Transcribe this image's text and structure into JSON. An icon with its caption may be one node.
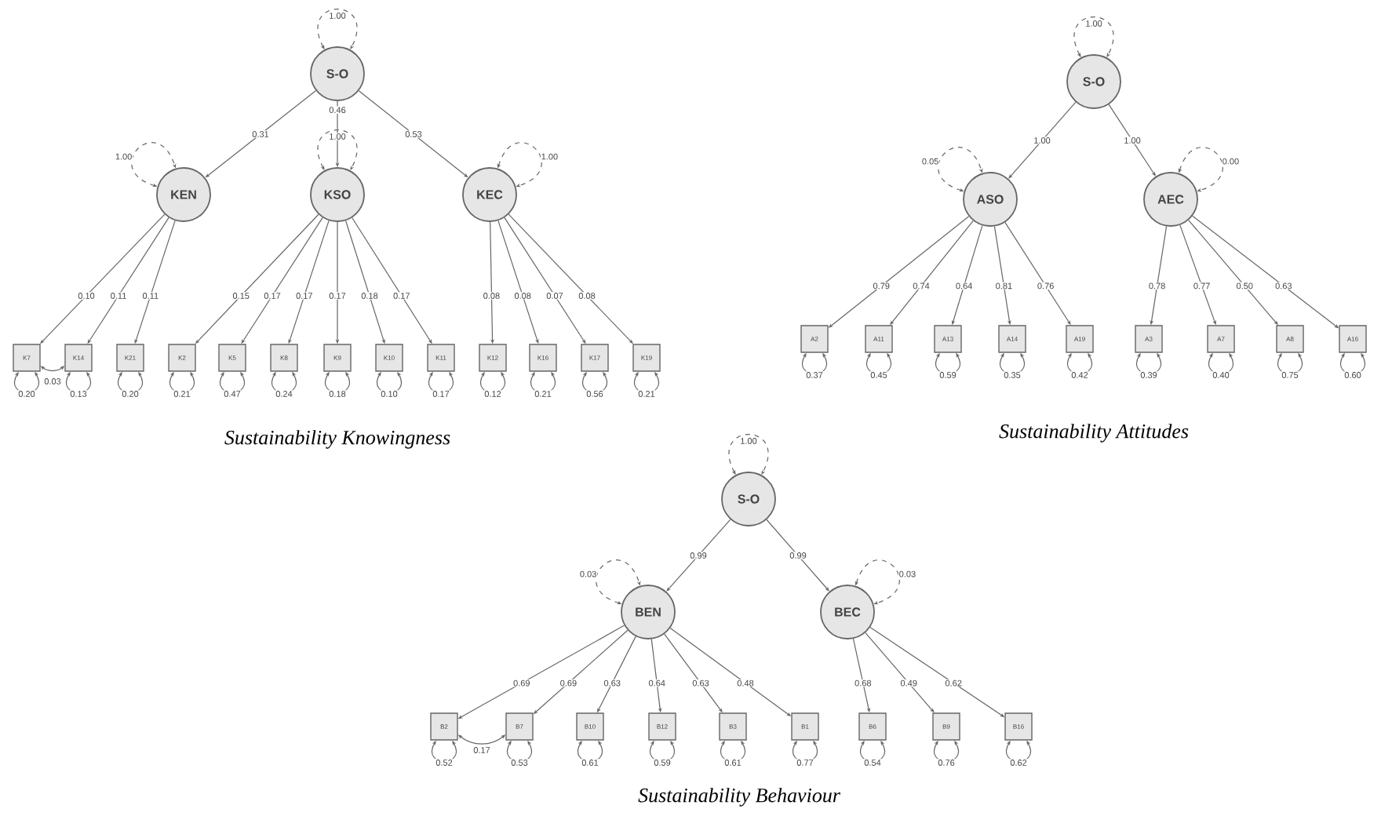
{
  "diagram": {
    "nodes": [
      {
        "text": [
          "S-O"
        ]
      },
      {
        "text": [
          "KEN"
        ]
      },
      {
        "text": [
          "KSO"
        ]
      },
      {
        "text": [
          "KEC"
        ]
      },
      {
        "text": [
          "K7"
        ]
      },
      {
        "text": [
          "K14"
        ]
      },
      {
        "text": [
          "K21"
        ]
      },
      {
        "text": [
          "K2"
        ]
      },
      {
        "text": [
          "K5"
        ]
      },
      {
        "text": [
          "K8"
        ]
      },
      {
        "text": [
          "K9"
        ]
      },
      {
        "text": [
          "K10"
        ]
      },
      {
        "text": [
          "K11"
        ]
      },
      {
        "text": [
          "K12"
        ]
      },
      {
        "text": [
          "K16"
        ]
      },
      {
        "text": [
          "K17"
        ]
      },
      {
        "text": [
          "K19"
        ]
      },
      {
        "text": [
          "S-O"
        ]
      },
      {
        "text": [
          "ASO"
        ]
      },
      {
        "text": [
          "AEC"
        ]
      },
      {
        "text": [
          "A2"
        ]
      },
      {
        "text": [
          "A11"
        ]
      },
      {
        "text": [
          "A13"
        ]
      },
      {
        "text": [
          "A14"
        ]
      },
      {
        "text": [
          "A19"
        ]
      },
      {
        "text": [
          "A3"
        ]
      },
      {
        "text": [
          "A7"
        ]
      },
      {
        "text": [
          "A8"
        ]
      },
      {
        "text": [
          "A16"
        ]
      },
      {
        "text": [
          "S-O"
        ]
      },
      {
        "text": [
          "BEN"
        ]
      },
      {
        "text": [
          "BEC"
        ]
      },
      {
        "text": [
          "B2"
        ]
      },
      {
        "text": [
          "B7"
        ]
      },
      {
        "text": [
          "B10"
        ]
      },
      {
        "text": [
          "B12"
        ]
      },
      {
        "text": [
          "B3"
        ]
      },
      {
        "text": [
          "B1"
        ]
      },
      {
        "text": [
          "B6"
        ]
      },
      {
        "text": [
          "B9"
        ]
      },
      {
        "text": [
          "B16"
        ]
      }
    ],
    "edges": [
      {
        "from": 0,
        "to": 0,
        "arrow": "both",
        "style": "dashed",
        "label": "1.00"
      },
      {
        "from": 1,
        "to": 1,
        "arrow": "both",
        "style": "dashed",
        "label": "1.00"
      },
      {
        "from": 2,
        "to": 2,
        "arrow": "both",
        "style": "dashed",
        "label": "1.00"
      },
      {
        "from": 3,
        "to": 3,
        "arrow": "both",
        "style": "dashed",
        "label": "1.00"
      },
      {
        "from": 0,
        "to": 1,
        "arrow": "to",
        "label": "0.31"
      },
      {
        "from": 0,
        "to": 2,
        "arrow": "to",
        "label": "0.46"
      },
      {
        "from": 0,
        "to": 3,
        "arrow": "to",
        "label": "0.53"
      },
      {
        "from": 1,
        "to": 4,
        "arrow": "to",
        "label": "0.10"
      },
      {
        "from": 1,
        "to": 5,
        "arrow": "to",
        "label": "0.11"
      },
      {
        "from": 1,
        "to": 6,
        "arrow": "to",
        "label": "0.11"
      },
      {
        "from": 2,
        "to": 7,
        "arrow": "to",
        "label": "0.15"
      },
      {
        "from": 2,
        "to": 8,
        "arrow": "to",
        "label": "0.17"
      },
      {
        "from": 2,
        "to": 9,
        "arrow": "to",
        "label": "0.17"
      },
      {
        "from": 2,
        "to": 10,
        "arrow": "to",
        "label": "0.17"
      },
      {
        "from": 2,
        "to": 11,
        "arrow": "to",
        "label": "0.18"
      },
      {
        "from": 2,
        "to": 12,
        "arrow": "to",
        "label": "0.17"
      },
      {
        "from": 3,
        "to": 13,
        "arrow": "to",
        "label": "0.08"
      },
      {
        "from": 3,
        "to": 14,
        "arrow": "to",
        "label": "0.08"
      },
      {
        "from": 3,
        "to": 15,
        "arrow": "to",
        "label": "0.07"
      },
      {
        "from": 3,
        "to": 16,
        "arrow": "to",
        "label": "0.08"
      },
      {
        "from": 4,
        "to": 4,
        "arrow": "both",
        "label": "0.20"
      },
      {
        "from": 5,
        "to": 5,
        "arrow": "both",
        "label": "0.13"
      },
      {
        "from": 6,
        "to": 6,
        "arrow": "both",
        "label": "0.20"
      },
      {
        "from": 7,
        "to": 7,
        "arrow": "both",
        "label": "0.21"
      },
      {
        "from": 8,
        "to": 8,
        "arrow": "both",
        "label": "0.47"
      },
      {
        "from": 9,
        "to": 9,
        "arrow": "both",
        "label": "0.24"
      },
      {
        "from": 10,
        "to": 10,
        "arrow": "both",
        "label": "0.18"
      },
      {
        "from": 11,
        "to": 11,
        "arrow": "both",
        "label": "0.10"
      },
      {
        "from": 12,
        "to": 12,
        "arrow": "both",
        "label": "0.17"
      },
      {
        "from": 13,
        "to": 13,
        "arrow": "both",
        "label": "0.12"
      },
      {
        "from": 14,
        "to": 14,
        "arrow": "both",
        "label": "0.21"
      },
      {
        "from": 15,
        "to": 15,
        "arrow": "both",
        "label": "0.56"
      },
      {
        "from": 16,
        "to": 16,
        "arrow": "both",
        "label": "0.21"
      },
      {
        "from": 4,
        "to": 5,
        "arrow": "both",
        "label": "0.03"
      },
      {
        "from": 17,
        "to": 17,
        "arrow": "both",
        "style": "dashed",
        "label": "1.00"
      },
      {
        "from": 18,
        "to": 18,
        "arrow": "both",
        "style": "dashed",
        "label": "0.05"
      },
      {
        "from": 19,
        "to": 19,
        "arrow": "both",
        "style": "dashed",
        "label": "0.00"
      },
      {
        "from": 17,
        "to": 18,
        "arrow": "to",
        "label": "1.00"
      },
      {
        "from": 17,
        "to": 19,
        "arrow": "to",
        "label": "1.00"
      },
      {
        "from": 18,
        "to": 20,
        "arrow": "to",
        "label": "0.79"
      },
      {
        "from": 18,
        "to": 21,
        "arrow": "to",
        "label": "0.74"
      },
      {
        "from": 18,
        "to": 22,
        "arrow": "to",
        "label": "0.64"
      },
      {
        "from": 18,
        "to": 23,
        "arrow": "to",
        "label": "0.81"
      },
      {
        "from": 18,
        "to": 24,
        "arrow": "to",
        "label": "0.76"
      },
      {
        "from": 19,
        "to": 25,
        "arrow": "to",
        "label": "0.78"
      },
      {
        "from": 19,
        "to": 26,
        "arrow": "to",
        "label": "0.77"
      },
      {
        "from": 19,
        "to": 27,
        "arrow": "to",
        "label": "0.50"
      },
      {
        "from": 19,
        "to": 28,
        "arrow": "to",
        "label": "0.63"
      },
      {
        "from": 20,
        "to": 20,
        "arrow": "both",
        "label": "0.37"
      },
      {
        "from": 21,
        "to": 21,
        "arrow": "both",
        "label": "0.45"
      },
      {
        "from": 22,
        "to": 22,
        "arrow": "both",
        "label": "0.59"
      },
      {
        "from": 23,
        "to": 23,
        "arrow": "both",
        "label": "0.35"
      },
      {
        "from": 24,
        "to": 24,
        "arrow": "both",
        "label": "0.42"
      },
      {
        "from": 25,
        "to": 25,
        "arrow": "both",
        "label": "0.39"
      },
      {
        "from": 26,
        "to": 26,
        "arrow": "both",
        "label": "0.40"
      },
      {
        "from": 27,
        "to": 27,
        "arrow": "both",
        "label": "0.75"
      },
      {
        "from": 28,
        "to": 28,
        "arrow": "both",
        "label": "0.60"
      },
      {
        "from": 29,
        "to": 29,
        "arrow": "both",
        "style": "dashed",
        "label": "1.00"
      },
      {
        "from": 30,
        "to": 30,
        "arrow": "both",
        "style": "dashed",
        "label": "0.03"
      },
      {
        "from": 31,
        "to": 31,
        "arrow": "both",
        "style": "dashed",
        "label": "0.03"
      },
      {
        "from": 29,
        "to": 30,
        "arrow": "to",
        "label": "0.99"
      },
      {
        "from": 29,
        "to": 31,
        "arrow": "to",
        "label": "0.99"
      },
      {
        "from": 30,
        "to": 32,
        "arrow": "to",
        "label": "0.69"
      },
      {
        "from": 30,
        "to": 33,
        "arrow": "to",
        "label": "0.69"
      },
      {
        "from": 30,
        "to": 34,
        "arrow": "to",
        "label": "0.63"
      },
      {
        "from": 30,
        "to": 35,
        "arrow": "to",
        "label": "0.64"
      },
      {
        "from": 30,
        "to": 36,
        "arrow": "to",
        "label": "0.63"
      },
      {
        "from": 30,
        "to": 37,
        "arrow": "to",
        "label": "0.48"
      },
      {
        "from": 31,
        "to": 38,
        "arrow": "to",
        "label": "0.68"
      },
      {
        "from": 31,
        "to": 39,
        "arrow": "to",
        "label": "0.49"
      },
      {
        "from": 31,
        "to": 40,
        "arrow": "to",
        "label": "0.62"
      },
      {
        "from": 32,
        "to": 32,
        "arrow": "both",
        "label": "0.52"
      },
      {
        "from": 33,
        "to": 33,
        "arrow": "both",
        "label": "0.53"
      },
      {
        "from": 34,
        "to": 34,
        "arrow": "both",
        "label": "0.61"
      },
      {
        "from": 35,
        "to": 35,
        "arrow": "both",
        "label": "0.59"
      },
      {
        "from": 36,
        "to": 36,
        "arrow": "both",
        "label": "0.61"
      },
      {
        "from": 37,
        "to": 37,
        "arrow": "both",
        "label": "0.77"
      },
      {
        "from": 38,
        "to": 38,
        "arrow": "both",
        "label": "0.54"
      },
      {
        "from": 39,
        "to": 39,
        "arrow": "both",
        "label": "0.76"
      },
      {
        "from": 40,
        "to": 40,
        "arrow": "both",
        "label": "0.62"
      },
      {
        "from": 32,
        "to": 33,
        "arrow": "both",
        "label": "0.17"
      }
    ],
    "labels": [
      "Sustainability Knowingness",
      "Sustainability Attitudes",
      "Sustainability Behaviour"
    ]
  }
}
